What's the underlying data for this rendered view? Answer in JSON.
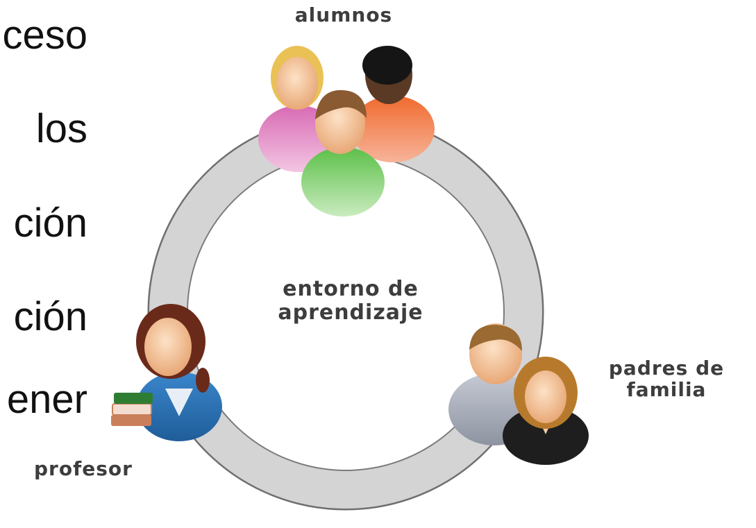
{
  "left_text": [
    "ceso",
    "los",
    "ción",
    "ción",
    "ener"
  ],
  "labels": {
    "students": "alumnos",
    "center": [
      "entorno de",
      "aprendizaje"
    ],
    "teacher": "profesor",
    "parents": [
      "padres de",
      "familia"
    ]
  },
  "colors": {
    "ring": "#d4d4d4",
    "ring_stroke": "#6f6f6f",
    "label_text": "#3d3d3d",
    "student_pink": "#c84aa0",
    "student_orange": "#e8501a",
    "student_green": "#4aa83a",
    "teacher_blue": "#2f74b8",
    "parent_grey": "#9aa0ac",
    "parent_black": "#1e1e1e"
  }
}
